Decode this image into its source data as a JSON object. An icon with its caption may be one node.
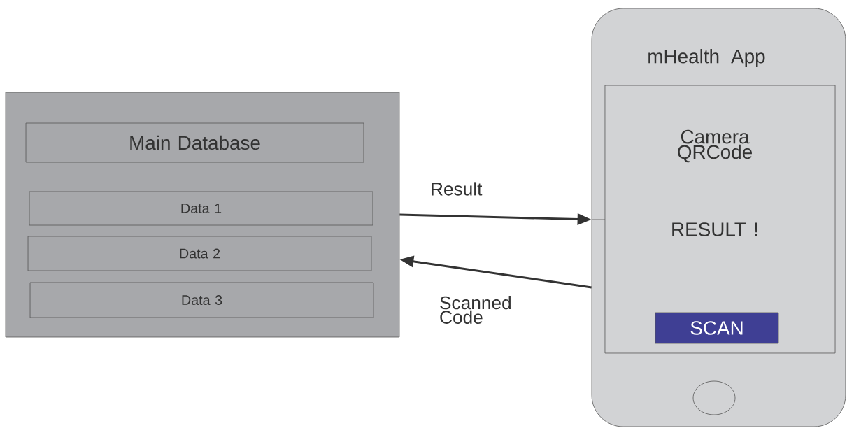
{
  "diagram": {
    "nodes": [
      {
        "text": [],
        "shape": "box"
      },
      {
        "text": [
          "Main Database"
        ],
        "in": 0
      },
      {
        "text": [
          "Data 1"
        ],
        "in": 0
      },
      {
        "text": [
          "Data 2"
        ],
        "in": 0
      },
      {
        "text": [
          "Data 3"
        ],
        "in": 0
      },
      {
        "text": [
          "mHealth App"
        ]
      },
      {
        "text": [
          "Camera QRCode",
          "RESULT !"
        ],
        "in": 5
      },
      {
        "text": [
          "SCAN"
        ],
        "in": 6
      },
      {
        "text": [],
        "shape": "circle",
        "in": 5
      }
    ],
    "edges": [
      {
        "from": 0,
        "to": 5,
        "arrow": "to",
        "label": "Result"
      },
      {
        "from": 5,
        "to": 0,
        "arrow": "to",
        "label": "Scanned Code"
      }
    ]
  }
}
